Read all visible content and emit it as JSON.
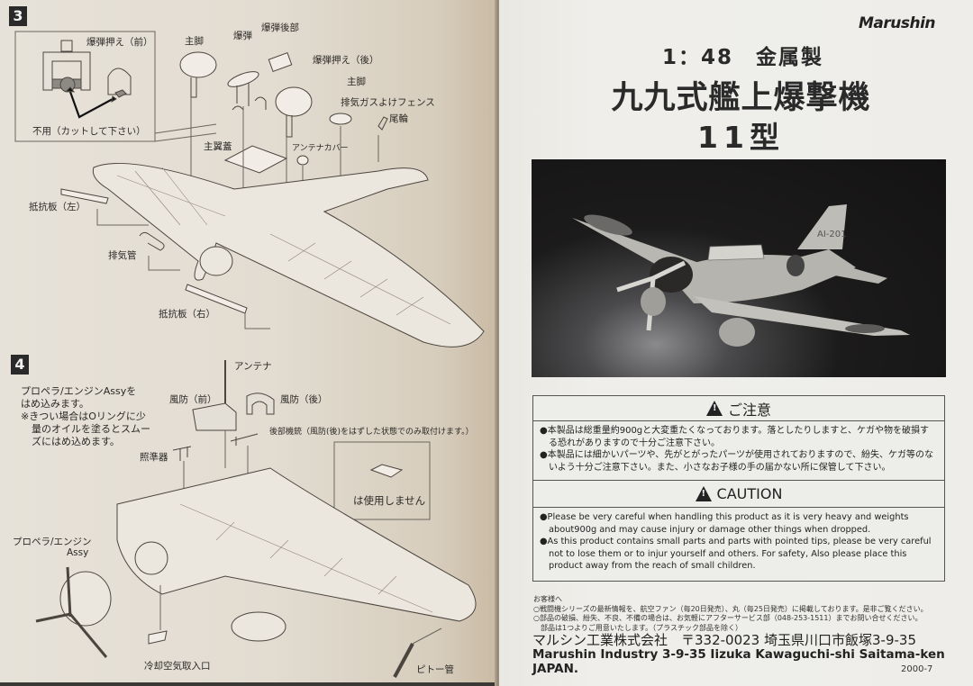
{
  "left_page": {
    "step3": {
      "number": "3",
      "inset_label": "爆弾押え（前）",
      "inset_note": "不用（カットして下さい）",
      "parts": [
        {
          "id": "main_leg_left",
          "label": "主脚"
        },
        {
          "id": "bomb",
          "label": "爆弾"
        },
        {
          "id": "bomb_rear",
          "label": "爆弾後部"
        },
        {
          "id": "bomb_holder_rear",
          "label": "爆弾押え（後）"
        },
        {
          "id": "main_leg_right",
          "label": "主脚"
        },
        {
          "id": "exhaust_fence",
          "label": "排気ガスよけフェンス"
        },
        {
          "id": "tail_wheel",
          "label": "尾輪"
        },
        {
          "id": "main_wing_cover",
          "label": "主翼蓋"
        },
        {
          "id": "antenna_cover",
          "label": "アンテナカバー"
        },
        {
          "id": "air_brake_left",
          "label": "抵抗板（左）"
        },
        {
          "id": "exhaust_pipe",
          "label": "排気管"
        },
        {
          "id": "air_brake_right",
          "label": "抵抗板（右）"
        }
      ]
    },
    "step4": {
      "number": "4",
      "instructions": [
        "プロペラ/エンジンAssyを",
        "はめ込みます。",
        "※きつい場合はOリングに少",
        "量のオイルを塗るとスムー",
        "ズにはめ込めます。"
      ],
      "parts": [
        {
          "id": "antenna",
          "label": "アンテナ"
        },
        {
          "id": "windshield_front",
          "label": "風防（前）"
        },
        {
          "id": "windshield_rear",
          "label": "風防（後）"
        },
        {
          "id": "rear_gun",
          "label": "後部機銃（風防(後)をはずした状態でのみ取付けます。）"
        },
        {
          "id": "gunsight",
          "label": "照準器"
        },
        {
          "id": "prop_engine",
          "label": "プロペラ/エンジン"
        },
        {
          "id": "prop_engine_assy",
          "label": "Assy"
        },
        {
          "id": "cooling_intake",
          "label": "冷却空気取入口"
        },
        {
          "id": "pitot",
          "label": "ピトー管"
        }
      ],
      "unused_box_label": "は使用しません"
    }
  },
  "right_page": {
    "brand": "Marushin",
    "scale_line": "1：48　金属製",
    "title": "九九式艦上爆撃機",
    "subtitle": "11型",
    "photo": {
      "tail_code": "AI-201"
    },
    "warning_jp": {
      "heading": "ご注意",
      "items": [
        "●本製品は総重量約900gと大変重たくなっております。落としたりしますと、ケガや物を破損する恐れがありますので十分ご注意下さい。",
        "●本製品には細かいパーツや、先がとがったパーツが使用されておりますので、紛失、ケガ等のないよう十分ご注意下さい。また、小さなお子様の手の届かない所に保管して下さい。"
      ]
    },
    "warning_en": {
      "heading": "CAUTION",
      "items": [
        "●Please be very careful when handling this product as it is very  heavy and weights about900g and may cause injury or damage other things when dropped.",
        "●As this product contains small parts and parts with pointed tips, please be very careful not to lose them or to injur yourself and others. For safety, Also please place this product away from the reach of small children."
      ]
    },
    "customer_notes": {
      "heading": "お客様へ",
      "lines": [
        "○戦闘機シリーズの最新情報を、航空ファン（毎20日発売）、丸（毎25日発売）に掲載しております。是非ご覧ください。",
        "○部品の破損、紛失、不良、不備の場合は、お気軽にアフターサービス部（048-253-1511）までお問い合せください。",
        "　部品は1つよりご用意いたします。（プラスチック部品を除く）"
      ]
    },
    "company_jp": "マルシン工業株式会社　〒332-0023 埼玉県川口市飯塚3-9-35",
    "company_en": "Marushin Industry 3-9-35  Iizuka Kawaguchi-shi Saitama-ken JAPAN.",
    "edition": "2000-7"
  }
}
